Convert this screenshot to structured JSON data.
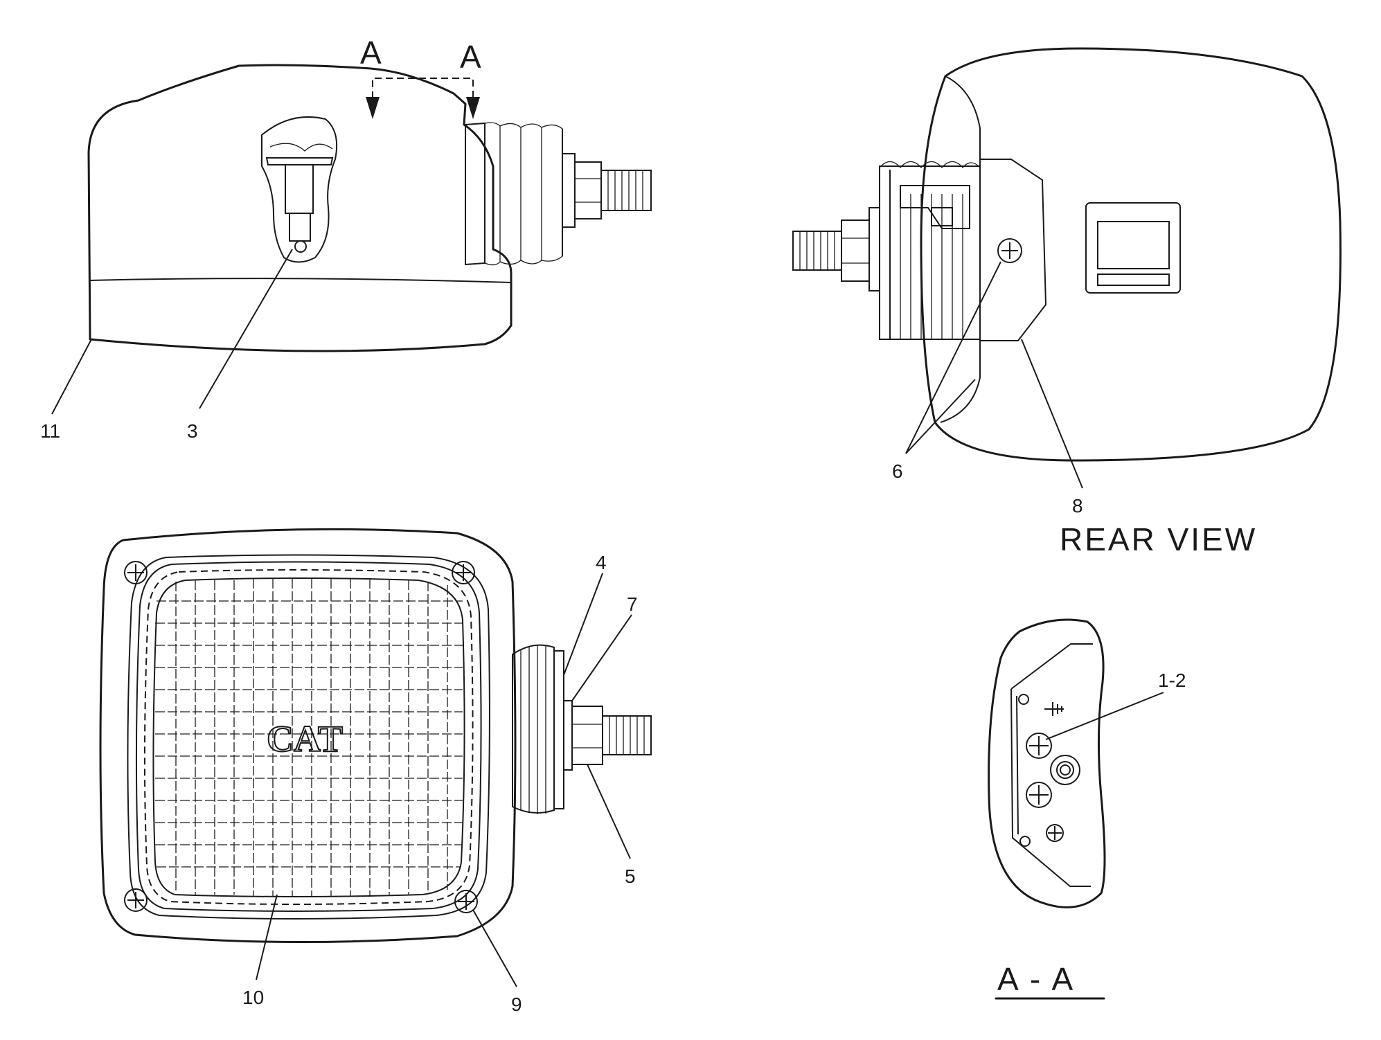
{
  "section_markers": {
    "left": "A",
    "right": "A"
  },
  "views": {
    "rear": "REAR VIEW",
    "section": "A - A"
  },
  "brand_mark": "CAT",
  "callouts": {
    "c11": "11",
    "c3": "3",
    "c6": "6",
    "c8": "8",
    "c4": "4",
    "c7": "7",
    "c5": "5",
    "c10": "10",
    "c9": "9",
    "c12": "1-2"
  }
}
